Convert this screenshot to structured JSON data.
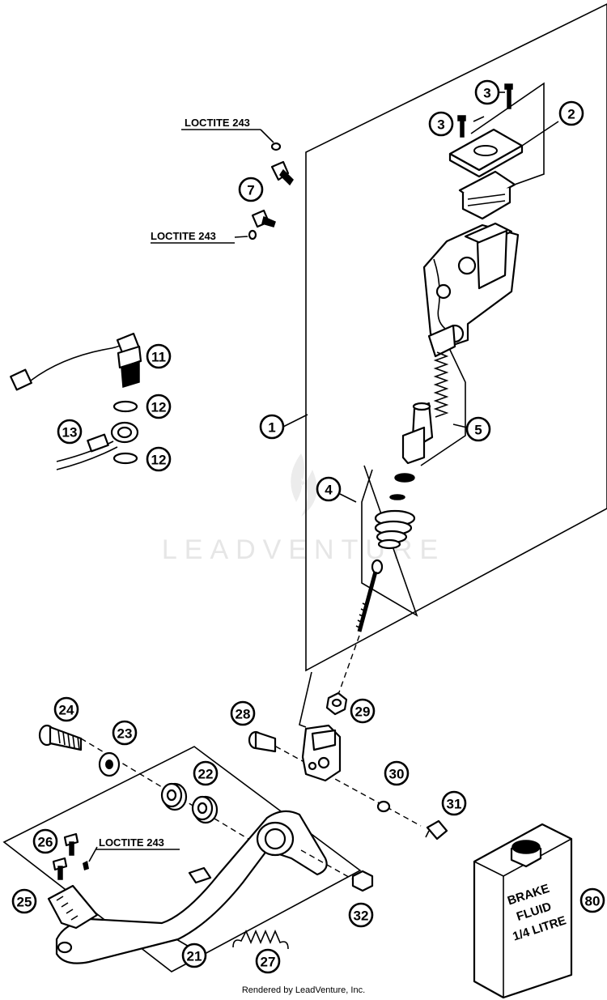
{
  "callouts": {
    "c1": "1",
    "c2": "2",
    "c3a": "3",
    "c3b": "3",
    "c4": "4",
    "c5": "5",
    "c7": "7",
    "c11": "11",
    "c12a": "12",
    "c12b": "12",
    "c13": "13",
    "c21": "21",
    "c22": "22",
    "c23": "23",
    "c24": "24",
    "c25": "25",
    "c26": "26",
    "c27": "27",
    "c28": "28",
    "c29": "29",
    "c30": "30",
    "c31": "31",
    "c32": "32",
    "c80": "80"
  },
  "notes": {
    "loctite_top": "LOCTITE 243",
    "loctite_mid": "LOCTITE 243",
    "loctite_bottom": "LOCTITE 243"
  },
  "bottle": {
    "line1": "BRAKE",
    "line2": "FLUID",
    "line3": "1/4 LITRE"
  },
  "watermark": "LEADVENTURE",
  "footer": "Rendered by LeadVenture, Inc."
}
